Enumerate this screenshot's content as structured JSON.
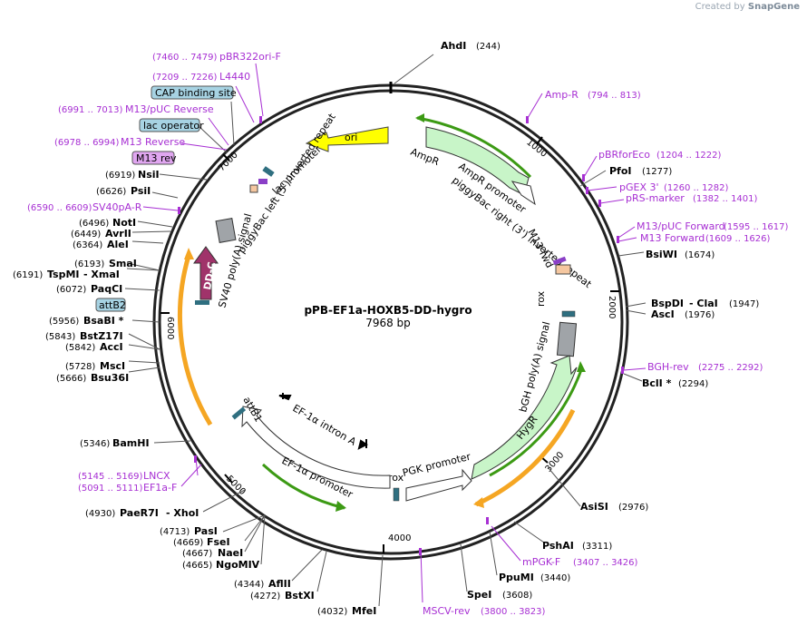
{
  "brand": {
    "prefix": "Created by",
    "name": "SnapGene"
  },
  "plasmid": {
    "name": "pPB-EF1a-HOXB5-DD-hygro",
    "size_label": "7968 bp",
    "length": 7968
  },
  "ticks": [
    "1000",
    "2000",
    "3000",
    "4000",
    "5000",
    "6000",
    "7000"
  ],
  "restriction_sites": [
    {
      "name": "AhdI",
      "pos": "(244)"
    },
    {
      "name": "PfoI",
      "pos": "(1277)"
    },
    {
      "name": "BsiWI",
      "pos": "(1674)"
    },
    {
      "name": "BspDI",
      "name2": "ClaI",
      "pos": "(1947)"
    },
    {
      "name": "AscI",
      "pos": "(1976)"
    },
    {
      "name": "BclI *",
      "pos": "(2294)"
    },
    {
      "name": "AsiSI",
      "pos": "(2976)"
    },
    {
      "name": "PshAI",
      "pos": "(3311)"
    },
    {
      "name": "PpuMI",
      "pos": "(3440)"
    },
    {
      "name": "SpeI",
      "pos": "(3608)"
    },
    {
      "name": "MfeI",
      "pos": "(4032)"
    },
    {
      "name": "BstXI",
      "pos": "(4272)"
    },
    {
      "name": "AflII",
      "pos": "(4344)"
    },
    {
      "name": "NgoMIV",
      "pos": "(4665)"
    },
    {
      "name": "NaeI",
      "pos": "(4667)"
    },
    {
      "name": "FseI",
      "pos": "(4669)"
    },
    {
      "name": "PasI",
      "pos": "(4713)"
    },
    {
      "name": "PaeR7I",
      "name2": "XhoI",
      "pos": "(4930)"
    },
    {
      "name": "BamHI",
      "pos": "(5346)"
    },
    {
      "name": "Bsu36I",
      "pos": "(5666)"
    },
    {
      "name": "MscI",
      "pos": "(5728)"
    },
    {
      "name": "AccI",
      "pos": "(5842)"
    },
    {
      "name": "BstZ17I",
      "pos": "(5843)"
    },
    {
      "name": "BsaBI *",
      "pos": "(5956)"
    },
    {
      "name": "PaqCI",
      "pos": "(6072)"
    },
    {
      "name": "TspMI",
      "name2": "XmaI",
      "pos": "(6191)"
    },
    {
      "name": "SmaI",
      "pos": "(6193)"
    },
    {
      "name": "AleI",
      "pos": "(6364)"
    },
    {
      "name": "AvrII",
      "pos": "(6449)"
    },
    {
      "name": "NotI",
      "pos": "(6496)"
    },
    {
      "name": "PsiI",
      "pos": "(6626)"
    },
    {
      "name": "NsiI",
      "pos": "(6919)"
    }
  ],
  "primers": [
    {
      "name": "pBR322ori-F",
      "range": "(7460 .. 7479)"
    },
    {
      "name": "L4440",
      "range": "(7209 .. 7226)"
    },
    {
      "name": "M13/pUC Reverse",
      "range": "(6991 .. 7013)"
    },
    {
      "name": "M13 Reverse",
      "range": "(6978 .. 6994)"
    },
    {
      "name": "SV40pA-R",
      "range": "(6590 .. 6609)"
    },
    {
      "name": "Amp-R",
      "range": "(794 .. 813)"
    },
    {
      "name": "pBRforEco",
      "range": "(1204 .. 1222)"
    },
    {
      "name": "pGEX 3'",
      "range": "(1260 .. 1282)"
    },
    {
      "name": "pRS-marker",
      "range": "(1382 .. 1401)"
    },
    {
      "name": "M13/pUC Forward",
      "range": "(1595 .. 1617)"
    },
    {
      "name": "M13 Forward",
      "range": "(1609 .. 1626)"
    },
    {
      "name": "BGH-rev",
      "range": "(2275 .. 2292)"
    },
    {
      "name": "mPGK-F",
      "range": "(3407 .. 3426)"
    },
    {
      "name": "MSCV-rev",
      "range": "(3800 .. 3823)"
    },
    {
      "name": "LNCX",
      "range": "(5145 .. 5169)"
    },
    {
      "name": "EF1a-F",
      "range": "(5091 .. 5111)"
    }
  ],
  "boxed_features": [
    {
      "name": "CAP binding site",
      "color": "#a7d3e3"
    },
    {
      "name": "lac operator",
      "color": "#a7d3e3"
    },
    {
      "name": "M13 rev",
      "color": "#e0a6f0"
    },
    {
      "name": "attB2",
      "color": "#a7d3e3"
    }
  ],
  "features": {
    "ori": "ori",
    "ampr": "AmpR",
    "ampr_promoter": "AmpR promoter",
    "pb_right": "piggyBac right (3') inverted repeat",
    "m13_fwd": "M13 fwd",
    "rox": "rox",
    "bgh": "bGH poly(A) signal",
    "hygr": "HygR",
    "pgk": "PGK promoter",
    "ef1a_promoter": "EF-1α promoter",
    "ef1a_intron": "EF-1α intron A",
    "attb1": "attB1",
    "ddc": "DD-C",
    "sv40": "SV40 poly(A) signal",
    "pb_left": "piggyBac left (5') inverted repeat",
    "lac_promoter": "lac promoter"
  },
  "colors": {
    "primer": "#a72fd3",
    "ampr": "#c8f5c8",
    "ori": "#ffff00",
    "ddc": "#a0336a",
    "orange": "#f5a623",
    "green": "#3c9a14",
    "teal": "#2f6f80",
    "gray": "#a0a4a8",
    "box_blue": "#a7d3e3",
    "box_purple": "#e0a6f0",
    "m13_purple": "#8a3fc7",
    "peach": "#f5c7a0"
  }
}
